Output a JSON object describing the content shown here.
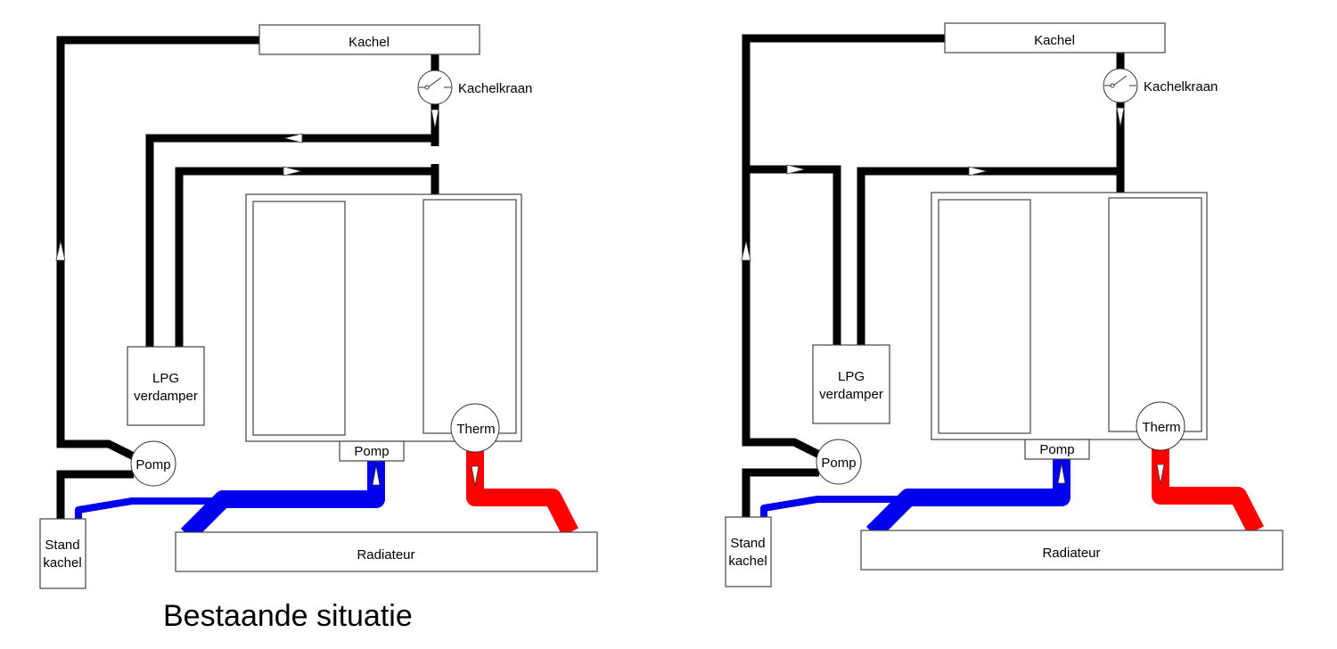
{
  "colors": {
    "pipe": "#000000",
    "cold_line": "#0000ee",
    "hot_line": "#ff0000",
    "background": "#ffffff"
  },
  "caption": "Bestaande situatie",
  "diagrams": [
    {
      "id": "existing",
      "labels": {
        "kachel": "Kachel",
        "kachelkraan": "Kachelkraan",
        "lpg_line1": "LPG",
        "lpg_line2": "verdamper",
        "pomp_left": "Pomp",
        "pomp_engine": "Pomp",
        "therm": "Therm",
        "stand_line1": "Stand",
        "stand_line2": "kachel",
        "radiateur": "Radiateur"
      }
    },
    {
      "id": "new",
      "labels": {
        "kachel": "Kachel",
        "kachelkraan": "Kachelkraan",
        "lpg_line1": "LPG",
        "lpg_line2": "verdamper",
        "pomp_left": "Pomp",
        "pomp_engine": "Pomp",
        "therm": "Therm",
        "stand_line1": "Stand",
        "stand_line2": "kachel",
        "radiateur": "Radiateur"
      }
    }
  ]
}
